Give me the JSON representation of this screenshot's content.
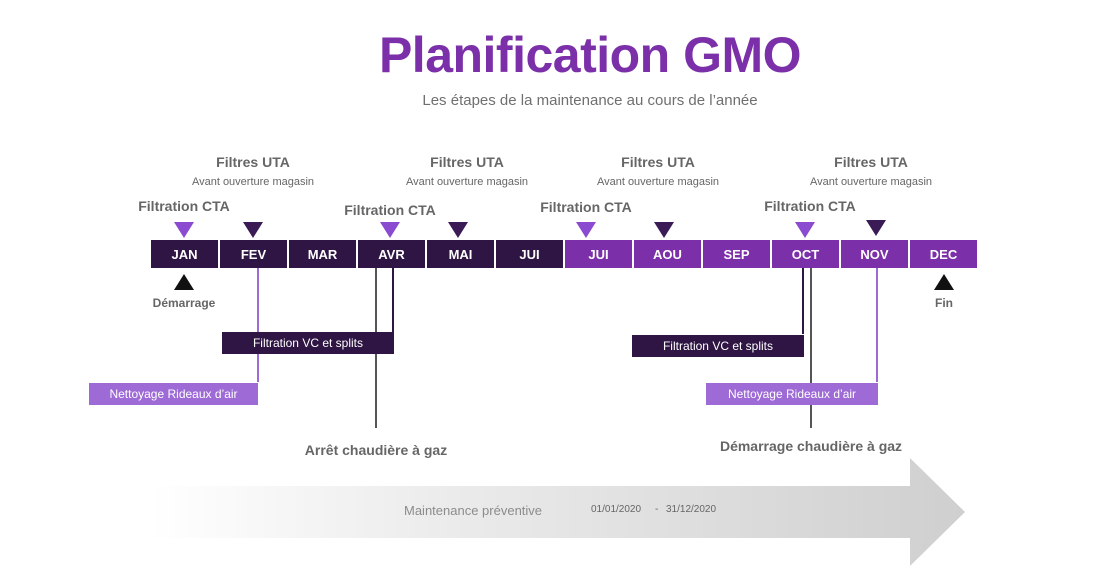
{
  "header": {
    "title": "Planification GMO",
    "subtitle": "Les étapes de la maintenance au cours de l’année"
  },
  "months": [
    "JAN",
    "FEV",
    "MAR",
    "AVR",
    "MAI",
    "JUI",
    "JUI",
    "AOU",
    "SEP",
    "OCT",
    "NOV",
    "DEC"
  ],
  "colors": {
    "accent": "#7b2fa8",
    "dark": "#2e1543",
    "light": "#9d6ad6",
    "gray": "#666666"
  },
  "annotations": {
    "filtres_uta_1": "Filtres UTA",
    "avant_ouverture_1": "Avant ouverture magasin",
    "filtres_uta_2": "Filtres UTA",
    "avant_ouverture_2": "Avant ouverture magasin",
    "filtres_uta_3": "Filtres UTA",
    "avant_ouverture_3": "Avant ouverture magasin",
    "filtres_uta_4": "Filtres UTA",
    "avant_ouverture_4": "Avant ouverture magasin",
    "filtration_cta_1": "Filtration CTA",
    "filtration_cta_2": "Filtration CTA",
    "filtration_cta_3": "Filtration CTA",
    "filtration_cta_4": "Filtration CTA",
    "demarrage": "Démarrage",
    "fin": "Fin"
  },
  "boxes": {
    "filtration_vc_1": "Filtration VC et splits",
    "filtration_vc_2": "Filtration VC et splits",
    "nettoyage_1": "Nettoyage Rideaux d’air",
    "nettoyage_2": "Nettoyage Rideaux d’air"
  },
  "events": {
    "arret_chaudiere": "Arrêt chaudière à gaz",
    "demarrage_chaudiere": "Démarrage chaudière à gaz"
  },
  "arrow": {
    "label": "Maintenance préventive",
    "start_date": "01/01/2020",
    "separator": "-",
    "end_date": "31/12/2020"
  }
}
